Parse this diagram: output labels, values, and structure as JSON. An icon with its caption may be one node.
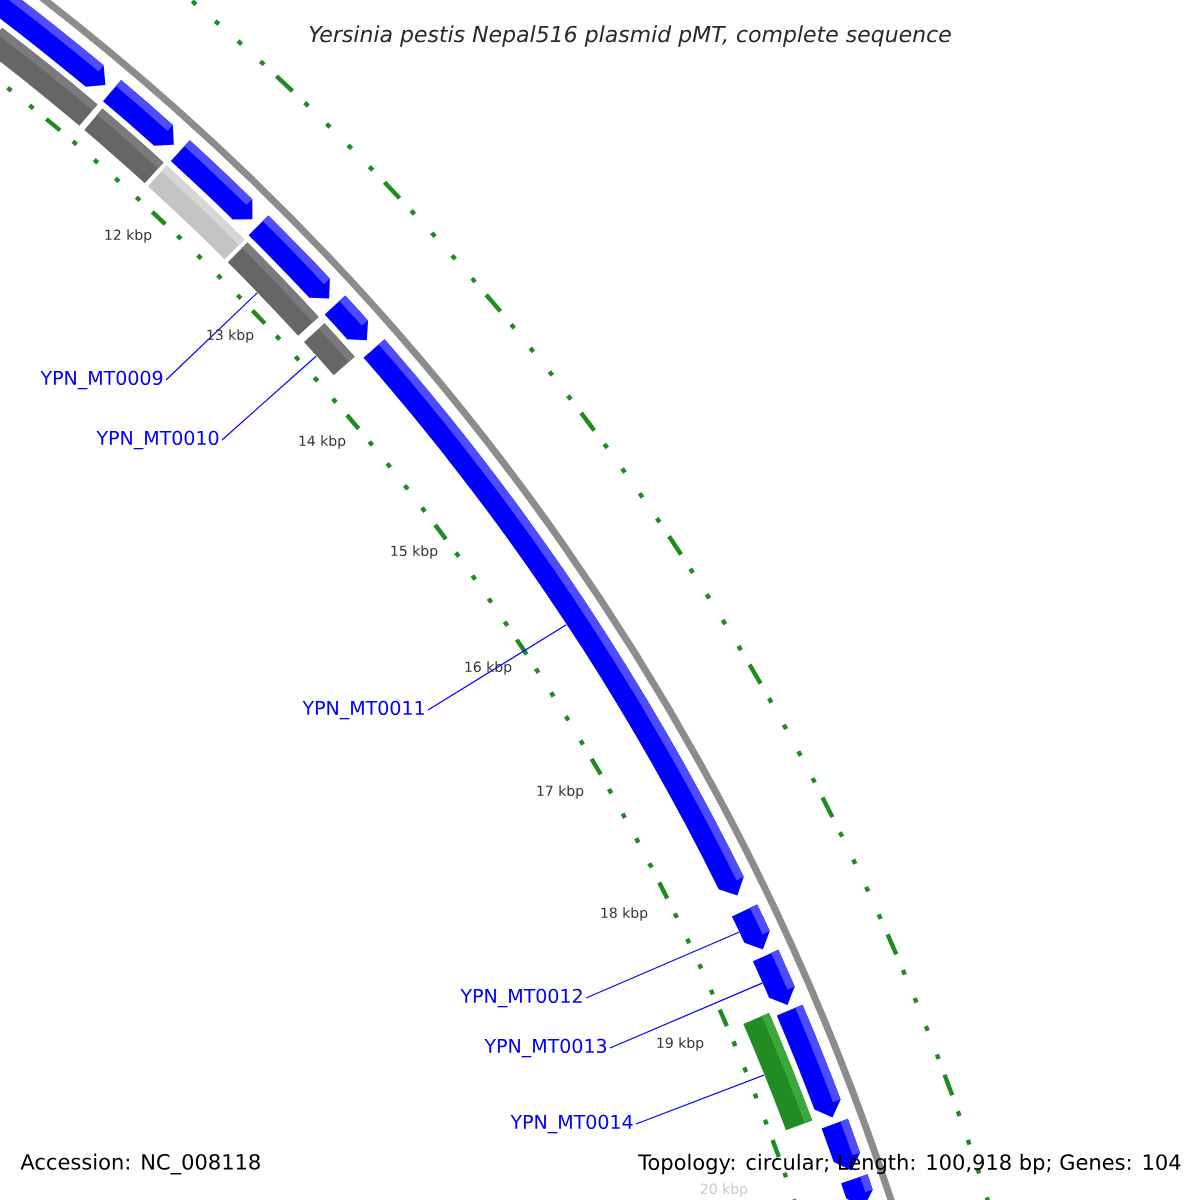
{
  "diagram": {
    "title": "Yersinia pestis Nepal516 plasmid pMT, complete sequence",
    "nodes": [
      {
        "text": [
          "YPN_MT0009"
        ]
      },
      {
        "text": [
          "YPN_MT0010"
        ]
      },
      {
        "text": [
          "YPN_MT0011"
        ]
      },
      {
        "text": [
          "YPN_MT0012"
        ]
      },
      {
        "text": [
          "YPN_MT0013"
        ]
      },
      {
        "text": [
          "YPN_MT0014"
        ]
      },
      {
        "text": [],
        "shape": "box"
      },
      {
        "text": [],
        "shape": "arrow"
      },
      {
        "text": [],
        "shape": "arrow"
      },
      {
        "text": [],
        "shape": "box"
      },
      {
        "text": [],
        "shape": "arrow"
      },
      {
        "text": [],
        "shape": "box"
      },
      {
        "text": [],
        "shape": "arrow"
      },
      {
        "text": [],
        "shape": "box"
      },
      {
        "text": [],
        "shape": "arrow"
      },
      {
        "text": [],
        "shape": "box"
      },
      {
        "text": [],
        "shape": "arrow"
      },
      {
        "text": [],
        "shape": "arrow"
      },
      {
        "text": [],
        "shape": "arrow"
      },
      {
        "text": [],
        "shape": "box"
      },
      {
        "text": [],
        "shape": "arrow"
      },
      {
        "text": [],
        "shape": "arrow"
      },
      {
        "text": [],
        "shape": "arrow"
      }
    ],
    "edges": [
      {
        "from": 0,
        "to": 13,
        "arrow": "none"
      },
      {
        "from": 1,
        "to": 15,
        "arrow": "none"
      },
      {
        "from": 2,
        "to": 16,
        "arrow": "none"
      },
      {
        "from": 3,
        "to": 17,
        "arrow": "none"
      },
      {
        "from": 4,
        "to": 18,
        "arrow": "none"
      },
      {
        "from": 5,
        "to": 19,
        "arrow": "none"
      }
    ],
    "labels": [
      "12 kbp",
      "13 kbp",
      "14 kbp",
      "15 kbp",
      "16 kbp",
      "17 kbp",
      "18 kbp",
      "19 kbp",
      "20 kbp",
      "Accession: NC_008118",
      "Topology: circular; Length: 100,918 bp; Genes: 104"
    ]
  }
}
